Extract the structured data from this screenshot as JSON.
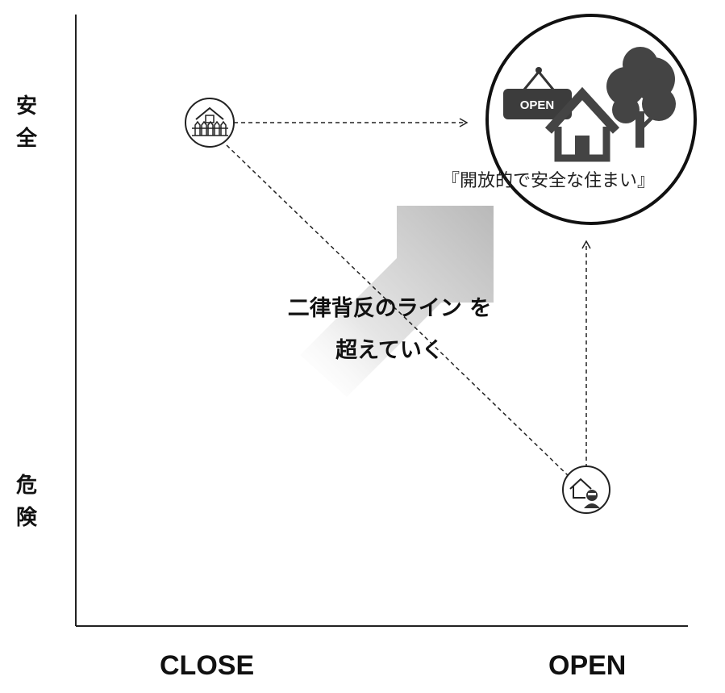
{
  "axes": {
    "y_top_label": "安\n全",
    "y_bottom_label": "危\n険",
    "x_left_label": "CLOSE",
    "x_right_label": "OPEN"
  },
  "goal": {
    "label": "『開放的で安全な住まい』",
    "sign_text": "OPEN"
  },
  "center": {
    "line1": "二律背反のライン を",
    "line2": "超えていく"
  },
  "nodes": {
    "safe_closed": "fenced-house-icon",
    "open_danger": "house-with-intruder-icon"
  }
}
